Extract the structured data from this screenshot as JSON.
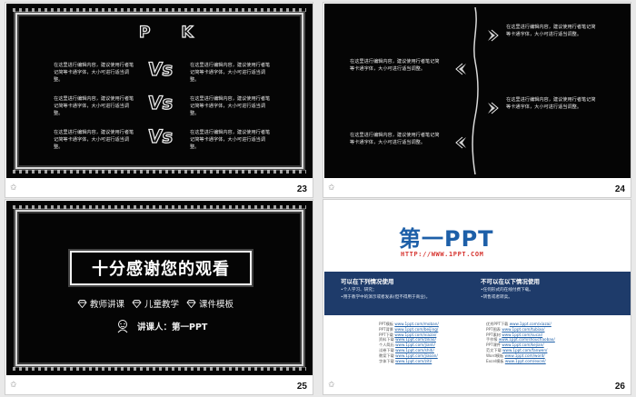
{
  "slides": [
    {
      "number": "23",
      "star": "✩",
      "title": "P K",
      "vs_label": "Vs",
      "placeholder_left": "在这里进行编辑内容，建议使用行者笔记简等卡通字体，大小可进行适当调整。",
      "placeholder_right": "在这里进行编辑内容，建议使用行者笔记简等卡通字体，大小可进行适当调整。"
    },
    {
      "number": "24",
      "star": "✩",
      "placeholder": "在这里进行编辑内容，建议使用行者笔记简等卡通字体，大小可进行适当调整。"
    },
    {
      "number": "25",
      "star": "✩",
      "thanks": "十分感谢您的观看",
      "tags": [
        "教师讲课",
        "儿童教学",
        "课件模板"
      ],
      "speaker": "讲课人：第一PPT"
    },
    {
      "number": "26",
      "star": "✩",
      "logo": "第一PPT",
      "url": "HTTP://WWW.1PPT.COM",
      "can_use_title": "可以在下列情况使用",
      "can_use_lines": [
        "•个人学习、研究；",
        "•用于教学中的演示或者发表(但不得用于商业)。"
      ],
      "cannot_use_title": "不可以在以下情况使用",
      "cannot_use_lines": [
        "•任何形式的在线付费下载。",
        "•转售或者转卖。"
      ],
      "links_left": [
        {
          "k": "PPT模板",
          "v": "www.1ppt.com/moban/"
        },
        {
          "k": "PPT背景",
          "v": "www.1ppt.com/beijing/"
        },
        {
          "k": "PPT下载",
          "v": "www.1ppt.com/xiazai/"
        },
        {
          "k": "资料下载",
          "v": "www.1ppt.com/ziliao/"
        },
        {
          "k": "个人简历",
          "v": "www.1ppt.com/jianli/"
        },
        {
          "k": "试卷下载",
          "v": "www.1ppt.com/shiti/"
        },
        {
          "k": "教案下载",
          "v": "www.1ppt.com/jiaoan/"
        },
        {
          "k": "字体下载",
          "v": "www.1ppt.com/ziti/"
        }
      ],
      "links_right": [
        {
          "k": "优秀PPT下载",
          "v": "www.1ppt.com/xiazai/"
        },
        {
          "k": "PPT图表",
          "v": "www.1ppt.com/tubiao/"
        },
        {
          "k": "PPT素材",
          "v": "www.1ppt.com/sucai/"
        },
        {
          "k": "手抄报",
          "v": "www.1ppt.com/shouchaobao/"
        },
        {
          "k": "PPT课件",
          "v": "www.1ppt.com/kejian/"
        },
        {
          "k": "范文下载",
          "v": "www.1ppt.com/fanwen/"
        },
        {
          "k": "Word模板",
          "v": "www.1ppt.com/word/"
        },
        {
          "k": "Excel模板",
          "v": "www.1ppt.com/excel/"
        }
      ]
    }
  ],
  "colors": {
    "chalk": "#d8d8d8",
    "brand_blue": "#1d5fa8",
    "band_blue": "#1e3b6a",
    "url_red": "#d6342f"
  }
}
